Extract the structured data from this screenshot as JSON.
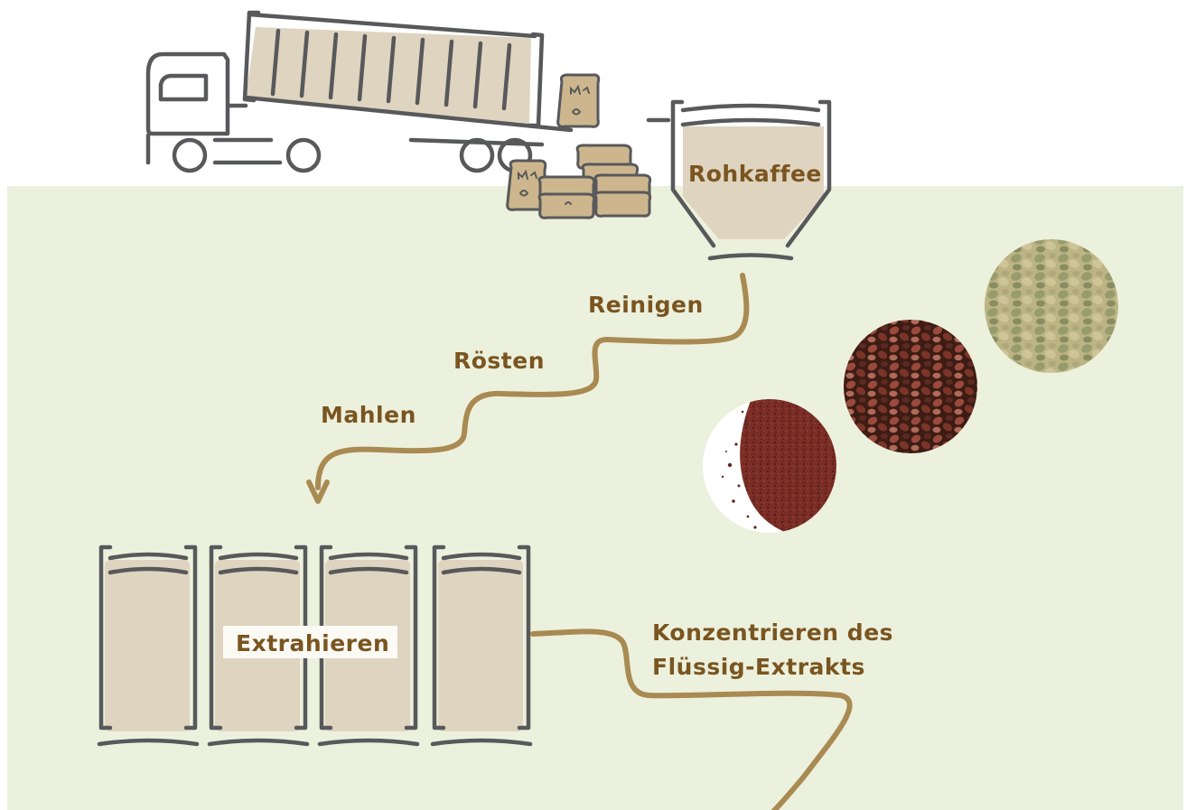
{
  "labels": {
    "raw_coffee": "Rohkaffee",
    "cleaning": "Reinigen",
    "roasting": "Rösten",
    "grinding": "Mahlen",
    "extracting": "Extrahieren",
    "concentrating_line1": "Konzentrieren des",
    "concentrating_line2": "Flüssig-Extrakts"
  },
  "colors": {
    "background": "#ffffff",
    "field": "#ecf1dd",
    "outline": "#58595b",
    "fill_beige": "#dfd4c0",
    "sack": "#cdb68e",
    "flow_line": "#a98a52",
    "text": "#7a5520"
  },
  "photos": [
    {
      "name": "green-coffee-beans",
      "icon": "green-beans-photo"
    },
    {
      "name": "roasted-coffee-beans",
      "icon": "roasted-beans-photo"
    },
    {
      "name": "ground-coffee",
      "icon": "ground-coffee-photo"
    }
  ]
}
